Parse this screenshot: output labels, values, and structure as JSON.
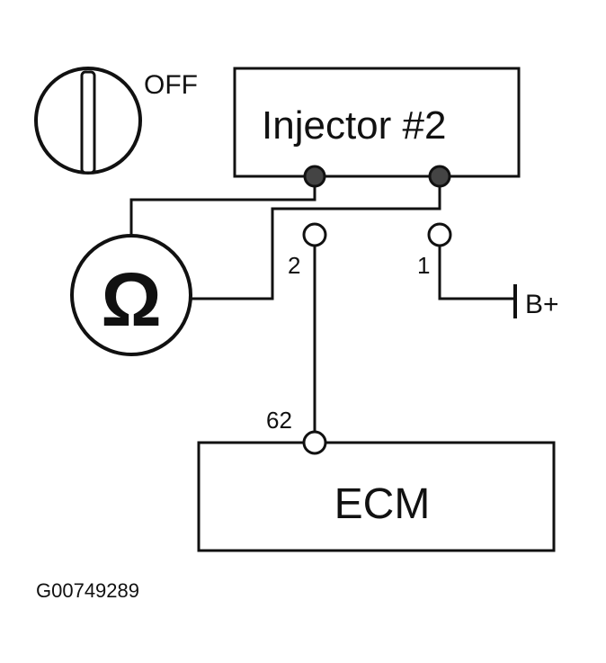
{
  "diagram": {
    "switch_state": "OFF",
    "injector_label": "Injector #2",
    "ecm_label": "ECM",
    "meter_symbol": "Ω",
    "pin_1": "1",
    "pin_2": "2",
    "pin_62": "62",
    "battery_label": "B+",
    "figure_id": "G00749289"
  },
  "icons": {
    "ignition_switch": "ignition-switch-icon",
    "ohmmeter": "ohmmeter-icon"
  }
}
